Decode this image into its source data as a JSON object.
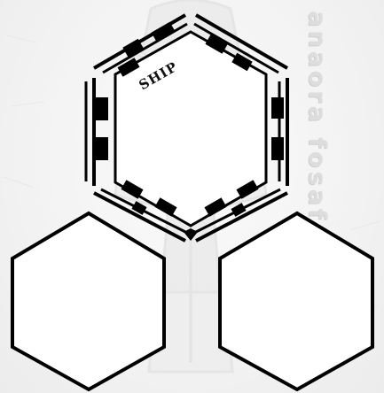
{
  "board": {
    "ship_slot_label": "SHIP",
    "watermark_title": "anaora fosaf",
    "slots": [
      {
        "name": "ship-slot",
        "filled": false
      },
      {
        "name": "left-card-slot",
        "filled": false
      },
      {
        "name": "right-card-slot",
        "filled": false
      }
    ]
  },
  "colors": {
    "outline": "#000000",
    "background": "#f7f7f7",
    "watermark": "#dddddd"
  }
}
